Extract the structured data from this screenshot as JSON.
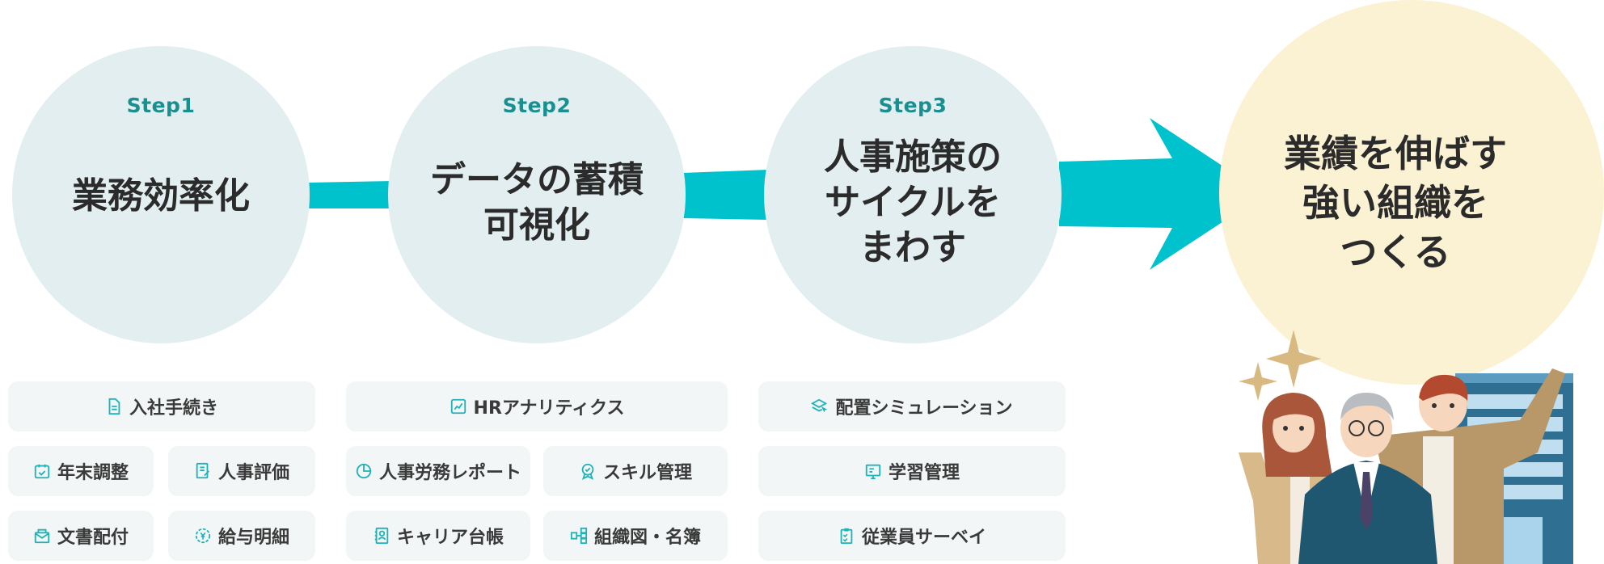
{
  "colors": {
    "accent": "#00c2cc",
    "step_label": "#1a8f8f",
    "step_circle": "#e2eef0",
    "goal_circle": "#fbf2d4",
    "chip_bg": "#f3f6f7",
    "icon": "#1fb3b8"
  },
  "steps": [
    {
      "label": "Step1",
      "title": "業務効率化"
    },
    {
      "label": "Step2",
      "title": "データの蓄積\n可視化"
    },
    {
      "label": "Step3",
      "title": "人事施策の\nサイクルを\nまわす"
    }
  ],
  "goal": {
    "title": "業績を伸ばす\n強い組織を\nつくる"
  },
  "features": {
    "step1": [
      {
        "label": "入社手続き",
        "icon": "document-icon"
      },
      {
        "label": "年末調整",
        "icon": "calendar-check-icon"
      },
      {
        "label": "人事評価",
        "icon": "evaluation-sheet-icon"
      },
      {
        "label": "文書配付",
        "icon": "envelope-icon"
      },
      {
        "label": "給与明細",
        "icon": "yen-gear-icon"
      }
    ],
    "step2": [
      {
        "label": "HRアナリティクス",
        "icon": "analytics-board-icon"
      },
      {
        "label": "人事労務レポート",
        "icon": "pie-chart-icon"
      },
      {
        "label": "スキル管理",
        "icon": "award-badge-icon"
      },
      {
        "label": "キャリア台帳",
        "icon": "profile-notebook-icon"
      },
      {
        "label": "組織図・名簿",
        "icon": "org-chart-icon"
      }
    ],
    "step3": [
      {
        "label": "配置シミュレーション",
        "icon": "layers-cursor-icon"
      },
      {
        "label": "学習管理",
        "icon": "learning-screen-icon"
      },
      {
        "label": "従業員サーベイ",
        "icon": "checklist-clipboard-icon"
      }
    ]
  }
}
